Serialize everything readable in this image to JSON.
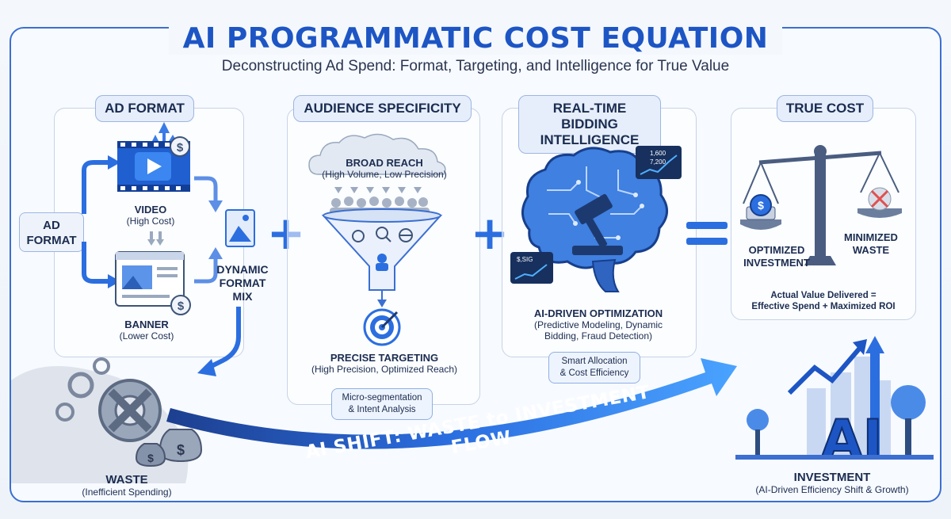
{
  "header": {
    "title": "AI PROGRAMMATIC COST EQUATION",
    "subtitle": "Deconstructing Ad Spend: Format, Targeting, and Intelligence for True Value"
  },
  "ad_format": {
    "title": "AD FORMAT",
    "side_label_line1": "AD",
    "side_label_line2": "FORMAT",
    "video": "VIDEO",
    "video_cost": "(High Cost)",
    "banner": "BANNER",
    "banner_cost": "(Lower Cost)",
    "mix_line1": "DYNAMIC",
    "mix_line2": "FORMAT",
    "mix_line3": "MIX"
  },
  "audience": {
    "title": "AUDIENCE SPECIFICITY",
    "broad": "BROAD REACH",
    "broad_sub": "(High Volume, Low Precision)",
    "precise": "PRECISE TARGETING",
    "precise_sub": "(High Precision, Optimized Reach)",
    "pill_line1": "Micro-segmentation",
    "pill_line2": "& Intent Analysis"
  },
  "rtb": {
    "title_line1": "REAL-TIME BIDDING",
    "title_line2": "INTELLIGENCE",
    "screen1_a": "1,600",
    "screen1_b": "7,200",
    "screen2": "$,SIG",
    "ai": "AI-DRIVEN OPTIMIZATION",
    "ai_sub1": "(Predictive Modeling, Dynamic",
    "ai_sub2": "Bidding, Fraud Detection)",
    "pill_line1": "Smart Allocation",
    "pill_line2": "& Cost Efficiency"
  },
  "true_cost": {
    "title": "TRUE COST",
    "left_line1": "OPTIMIZED",
    "left_line2": "INVESTMENT",
    "right_line1": "MINIMIZED",
    "right_line2": "WASTE",
    "value_line1": "Actual Value Delivered =",
    "value_line2": "Effective Spend + Maximized ROI"
  },
  "flow": {
    "banner": "AI SHIFT: WASTE to INVESTMENT FLOW",
    "waste": "WASTE",
    "waste_sub": "(Inefficient Spending)",
    "investment": "INVESTMENT",
    "investment_sub": "(AI-Driven Efficiency Shift & Growth)",
    "ai_letters": "AI"
  },
  "operators": {
    "plus": "+",
    "equals": "="
  },
  "icons": [
    "video-play-icon",
    "banner-image-icon",
    "dollar-coin-icon",
    "dynamic-format-icon",
    "funnel-icon",
    "target-icon",
    "brain-icon",
    "gavel-icon",
    "scale-icon",
    "gear-x-icon",
    "money-bag-icon",
    "growth-arrow-icon"
  ],
  "colors": {
    "accent": "#1d55c4",
    "blue": "#2b6ee0",
    "light": "#e6eefb",
    "text": "#1b2c50"
  }
}
